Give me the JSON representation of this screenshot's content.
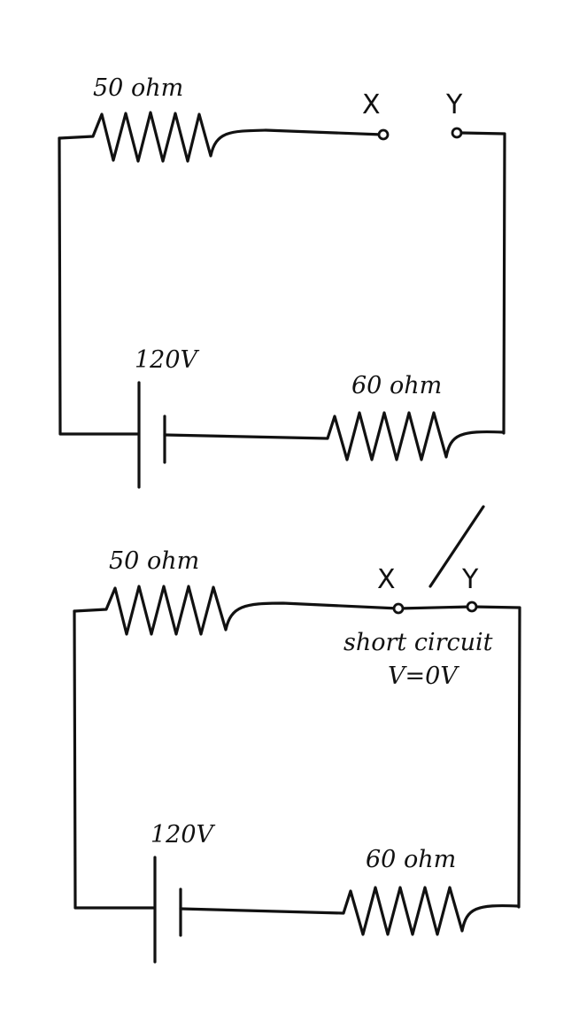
{
  "circuits": [
    {
      "resistor_top": "50 ohm",
      "resistor_bottom": "60 ohm",
      "battery": "120V",
      "node_x": "X",
      "node_y": "Y",
      "switch_state": "open",
      "note_line1": "",
      "note_line2": ""
    },
    {
      "resistor_top": "50 ohm",
      "resistor_bottom": "60 ohm",
      "battery": "120V",
      "node_x": "X",
      "node_y": "Y",
      "switch_state": "closed",
      "note_line1": "short circuit",
      "note_line2": "V=0V"
    }
  ]
}
